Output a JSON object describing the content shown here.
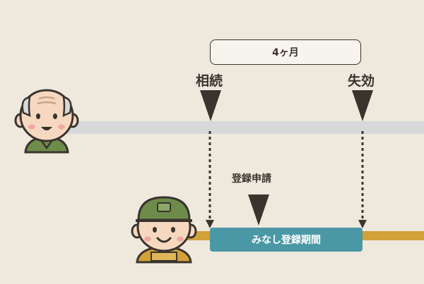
{
  "diagram": {
    "duration_label": "4ヶ月",
    "event_inheritance": "相続",
    "event_lapse": "失効",
    "event_registration": "登録申請",
    "deemed_period_label": "みなし登録期間"
  },
  "colors": {
    "background": "#efe8dd",
    "grey_timeline": "#d6d8d9",
    "gold_timeline": "#d2a137",
    "period_box": "#4a98a6",
    "dark": "#3a332e"
  },
  "icons": {
    "elder": "elderly-man-icon",
    "heir": "young-man-cap-icon"
  }
}
